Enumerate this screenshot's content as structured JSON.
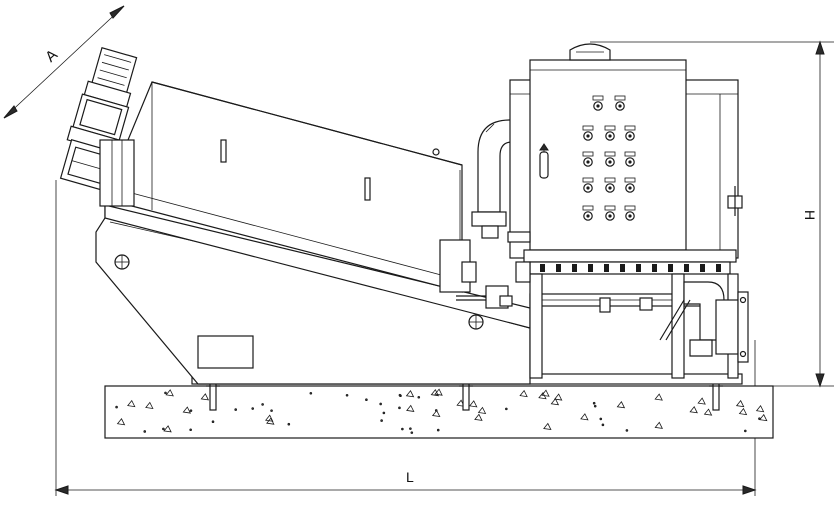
{
  "dimensions": {
    "length_label": "L",
    "height_label": "H",
    "diagonal_label": "A"
  },
  "colors": {
    "line": "#1a1a1a",
    "background": "#ffffff",
    "concrete_speckle": "#444444"
  }
}
